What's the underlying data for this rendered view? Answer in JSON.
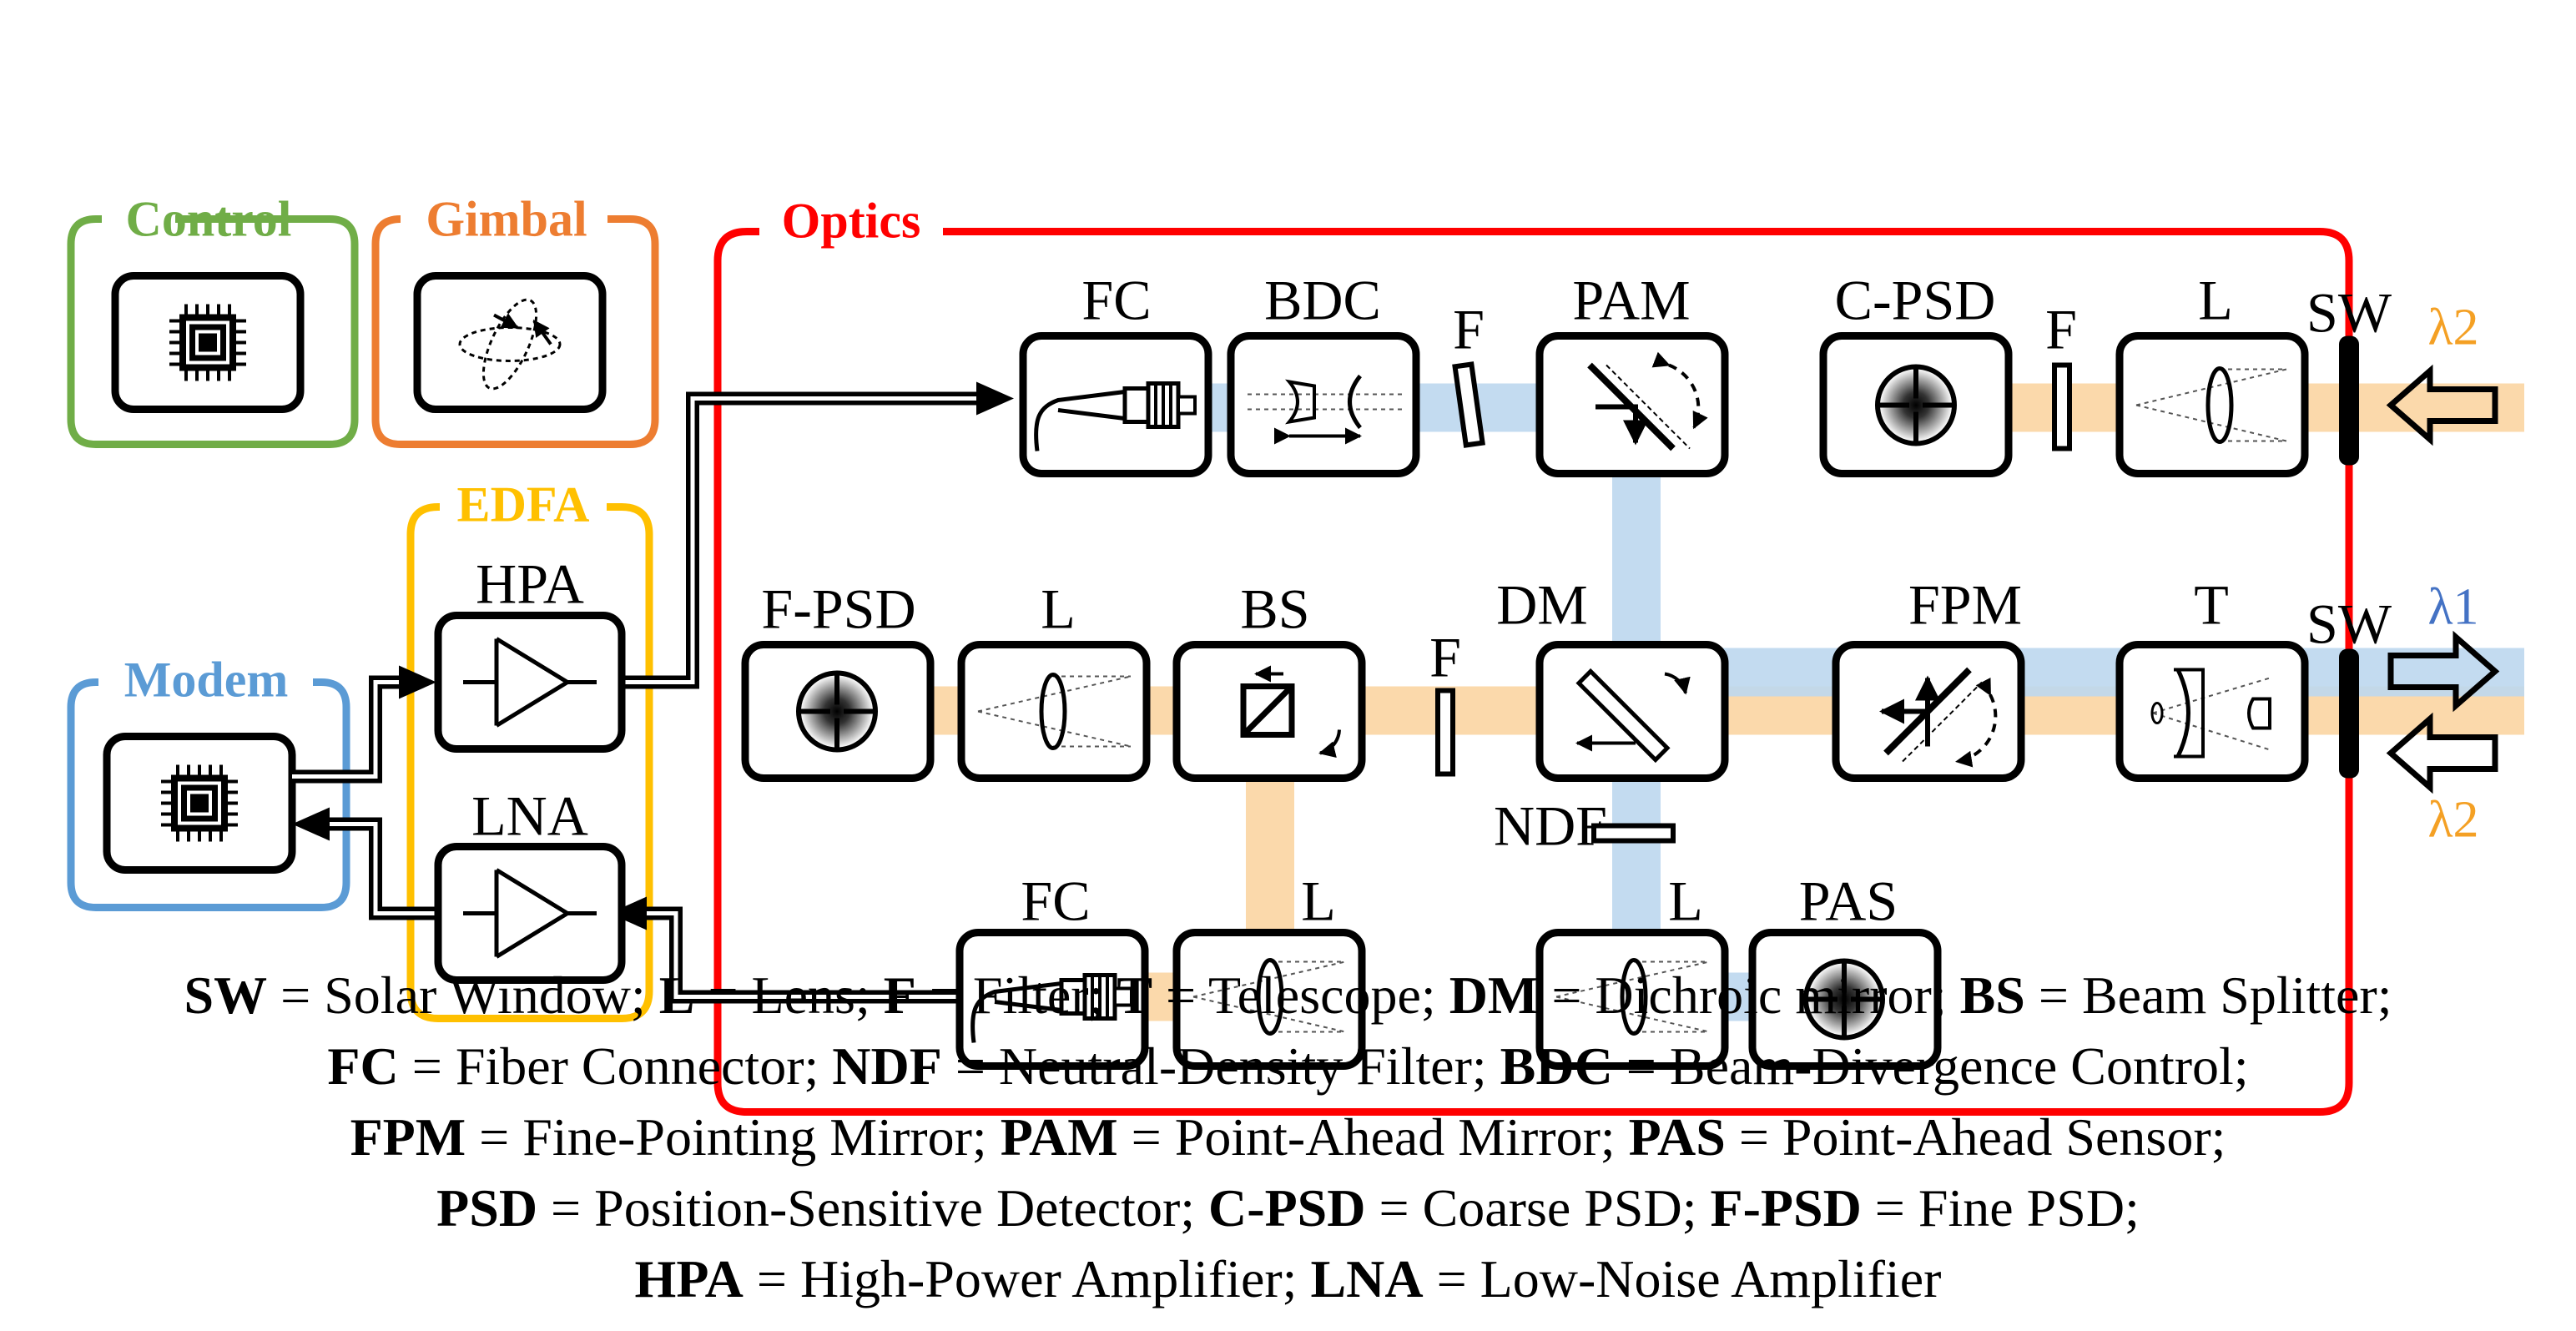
{
  "groups": {
    "control": "Control",
    "gimbal": "Gimbal",
    "optics": "Optics",
    "edfa": "EDFA",
    "modem": "Modem"
  },
  "components": {
    "fc_top": "FC",
    "bdc": "BDC",
    "f_top": "F",
    "pam": "PAM",
    "cpsd": "C-PSD",
    "f_right": "F",
    "l_top": "L",
    "sw_top": "SW",
    "lambda2_top": "λ2",
    "fpsd": "F-PSD",
    "l_mid": "L",
    "bs": "BS",
    "f_mid": "F",
    "dm": "DM",
    "fpm": "FPM",
    "t": "T",
    "sw_mid": "SW",
    "lambda1": "λ1",
    "lambda2_mid": "λ2",
    "ndf": "NDF",
    "fc_bottom": "FC",
    "l_bottom_left": "L",
    "l_bottom_right": "L",
    "pas": "PAS",
    "hpa": "HPA",
    "lna": "LNA"
  },
  "legend": [
    [
      {
        "abbr": "SW",
        "desc": " = Solar Window; "
      },
      {
        "abbr": "L",
        "desc": " = Lens; "
      },
      {
        "abbr": "F",
        "desc": " = Filter; "
      },
      {
        "abbr": "T",
        "desc": " = Telescope; "
      },
      {
        "abbr": "DM",
        "desc": " = Dichroic mirror; "
      },
      {
        "abbr": "BS",
        "desc": " = Beam Splitter;"
      }
    ],
    [
      {
        "abbr": "FC",
        "desc": " = Fiber Connector; "
      },
      {
        "abbr": "NDF",
        "desc": " = Neutral-Density Filter; "
      },
      {
        "abbr": "BDC",
        "desc": " = Beam-Divergence Control;"
      }
    ],
    [
      {
        "abbr": "FPM",
        "desc": " = Fine-Pointing Mirror; "
      },
      {
        "abbr": "PAM",
        "desc": " = Point-Ahead Mirror; "
      },
      {
        "abbr": "PAS",
        "desc": " = Point-Ahead Sensor;"
      }
    ],
    [
      {
        "abbr": "PSD",
        "desc": " = Position-Sensitive Detector; "
      },
      {
        "abbr": "C-PSD",
        "desc": " = Coarse PSD; "
      },
      {
        "abbr": "F-PSD",
        "desc": " = Fine PSD;"
      }
    ],
    [
      {
        "abbr": "HPA",
        "desc": " = High-Power Amplifier; "
      },
      {
        "abbr": "LNA",
        "desc": " = Low-Noise Amplifier"
      }
    ]
  ],
  "colors": {
    "control": "#70ad47",
    "gimbal": "#ed7d31",
    "optics": "#ff0000",
    "edfa": "#ffc000",
    "modem": "#5b9bd5",
    "beam_blue": "#bdd7ee",
    "beam_orange": "#fbd5a2",
    "lambda1": "#4472c4",
    "lambda2": "#f4a024"
  },
  "icons": {
    "chip": "chip-icon",
    "gimbal": "gimbal-axes-icon",
    "psd": "quadrant-detector-icon",
    "lens": "lens-icon",
    "fiber": "fiber-connector-icon",
    "amp": "amplifier-icon",
    "arrow": "hollow-arrow-icon"
  }
}
